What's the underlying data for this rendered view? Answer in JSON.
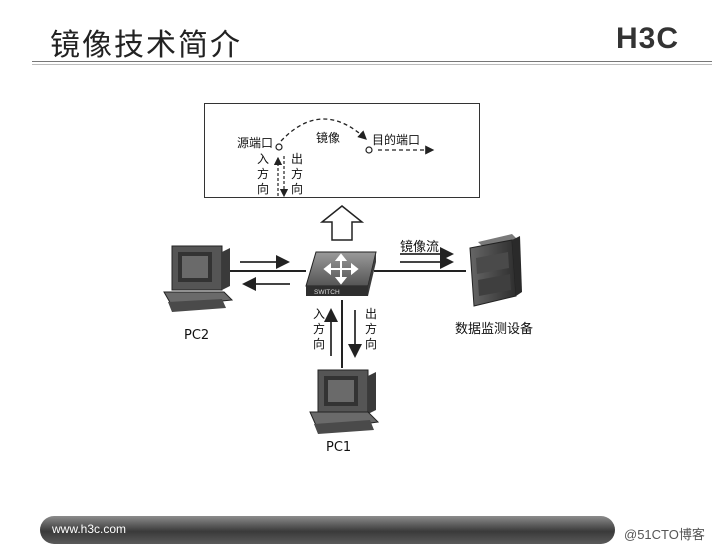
{
  "slide": {
    "title": "镜像技术简介",
    "brand": "H3C",
    "footer_url": "www.h3c.com",
    "watermark": "@51CTO博客"
  },
  "legend": {
    "source_port": "源端口",
    "mirror": "镜像",
    "dest_port": "目的端口",
    "inbound": "入方向",
    "outbound": "出方向"
  },
  "diagram": {
    "pc1_label": "PC1",
    "pc2_label": "PC2",
    "monitor_label": "数据监测设备",
    "mirror_flow_label": "镜像流",
    "inbound_label": "入方向",
    "outbound_label": "出方向",
    "switch_text": "SWITCH"
  }
}
